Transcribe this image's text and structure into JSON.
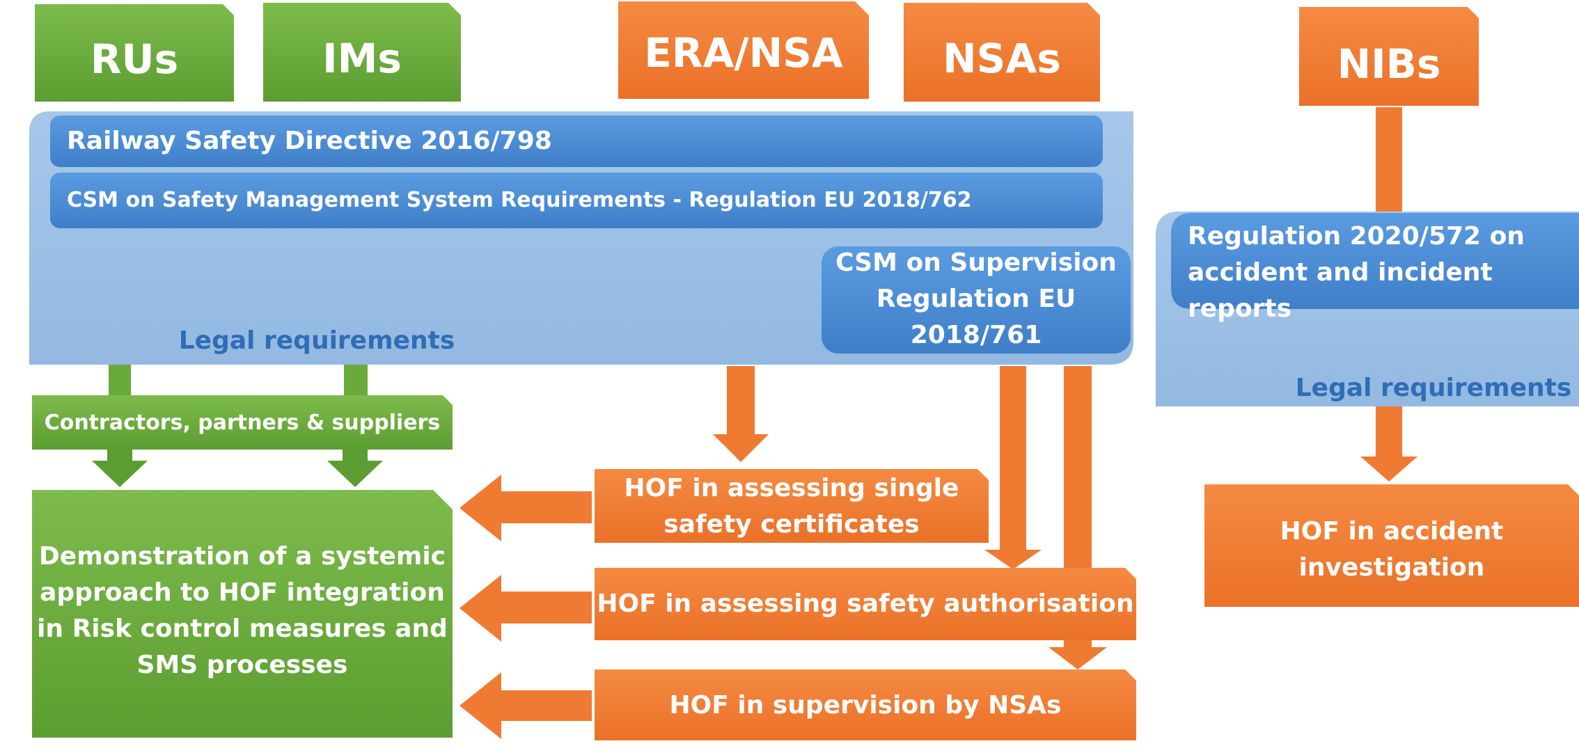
{
  "headers": {
    "rus": "RUs",
    "ims": "IMs",
    "era_nsa": "ERA/NSA",
    "nsas": "NSAs",
    "nibs": "NIBs"
  },
  "legal_panel_main": {
    "directive": "Railway Safety Directive 2016/798",
    "csm_sms": "CSM on Safety Management System Requirements - Regulation EU 2018/762",
    "csm_supervision": [
      "CSM on Supervision",
      "Regulation EU",
      "2018/761"
    ],
    "legal_requirements": "Legal requirements"
  },
  "legal_panel_nib": {
    "regulation": [
      "Regulation 2020/572 on",
      "accident and incident reports"
    ],
    "legal_requirements": "Legal requirements"
  },
  "contractors": "Contractors, partners & suppliers",
  "demonstration": [
    "Demonstration of a systemic",
    "approach to HOF integration",
    "in Risk control measures and",
    "SMS processes"
  ],
  "hof_boxes": {
    "single_certificates": [
      "HOF in assessing single",
      "safety certificates"
    ],
    "safety_authorisation": "HOF in assessing safety authorisation",
    "supervision": "HOF in supervision by NSAs",
    "accident_investigation": [
      "HOF in accident",
      "investigation"
    ]
  },
  "colors": {
    "green": "#6aaa3a",
    "green_dark": "#4e8a2a",
    "orange": "#ef7b32",
    "orange_dark": "#d8641f",
    "blue_panel": "#9dc0e6",
    "blue_bar": "#4a8ad0",
    "blue_text": "#2f6db5"
  }
}
